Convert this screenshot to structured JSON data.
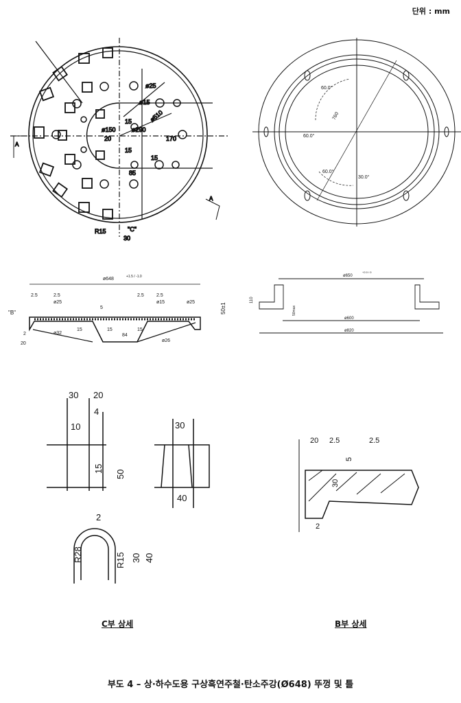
{
  "unit_label": "단위 : mm",
  "plan_cover": {
    "d1": "ø25",
    "d2": "ø15",
    "d3": "ø510",
    "d4": "ø150",
    "d5": "ø290",
    "n15a": "15",
    "n15b": "15",
    "n15c": "15",
    "n20": "20",
    "n170": "170",
    "n85": "85",
    "r15": "R15",
    "c_mark": "\"C\"",
    "n30": "30",
    "sec_a1": "A",
    "sec_a2": "A"
  },
  "plan_frame": {
    "a1": "60.0°",
    "a2": "60.0°",
    "a3": "60.0°",
    "a4": "30.0°",
    "d760": "760"
  },
  "section_cover": {
    "dia": "ø648",
    "tol": "+1.5 / -1.0",
    "t1": "2.5",
    "t2": "2.5",
    "t3": "2.5",
    "t4": "2.5",
    "p25a": "ø25",
    "p15": "ø15",
    "p25b": "ø25",
    "b_mark": "\"B\"",
    "n5": "5",
    "h50": "50±1",
    "p32": "ø32",
    "n15a": "15",
    "n15b": "15",
    "n15c": "15",
    "n84": "84",
    "p26": "ø26",
    "n2": "2",
    "n20": "20"
  },
  "section_frame": {
    "d650": "ø650",
    "tol": "+2.0 / 0",
    "h110": "110",
    "h50": "50max",
    "d600": "ø600",
    "d820": "ø820"
  },
  "detail_c": {
    "n30": "30",
    "n20": "20",
    "n4": "4",
    "n10": "10",
    "n15": "15",
    "n50": "50",
    "n30b": "30",
    "n40": "40",
    "n2": "2",
    "r28": "R28",
    "r15": "R15",
    "n30c": "30",
    "n40b": "40",
    "caption": "C부 상세"
  },
  "detail_b": {
    "n20": "20",
    "n25a": "2.5",
    "n25b": "2.5",
    "n5": "5",
    "n30": "30",
    "n2": "2",
    "caption": "B부 상세"
  },
  "figure_title": "부도 4 –  상·하수도용 구상흑연주철·탄소주강(Ø648) 뚜껑 및 틀"
}
